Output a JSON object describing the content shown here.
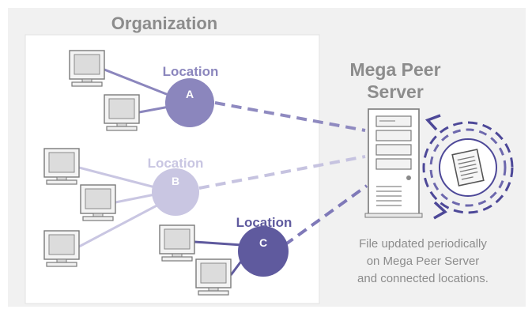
{
  "diagram": {
    "org_title": "Organization",
    "server_title_line1": "Mega Peer",
    "server_title_line2": "Server",
    "locations": [
      {
        "word": "Location",
        "letter": "A",
        "color": "#8b86bd"
      },
      {
        "word": "Location",
        "letter": "B",
        "color": "#c9c6e2"
      },
      {
        "word": "Location",
        "letter": "C",
        "color": "#5f5a9e"
      }
    ],
    "caption_line1": "File updated periodically",
    "caption_line2": "on Mega Peer Server",
    "caption_line3": "and connected locations."
  },
  "colors": {
    "outer_background": "#f1f1f1",
    "org_panel": "#ffffff",
    "link_dashed": "#8f8ac0",
    "link_dashed_faint": "#c6c3e0",
    "cycle_dashed": "#4d4898",
    "title_text": "#8c8c8c",
    "caption_text": "#8c8c8c"
  },
  "icons": [
    "monitor-icon",
    "server-tower-icon",
    "document-icon",
    "refresh-cycle-icon"
  ]
}
